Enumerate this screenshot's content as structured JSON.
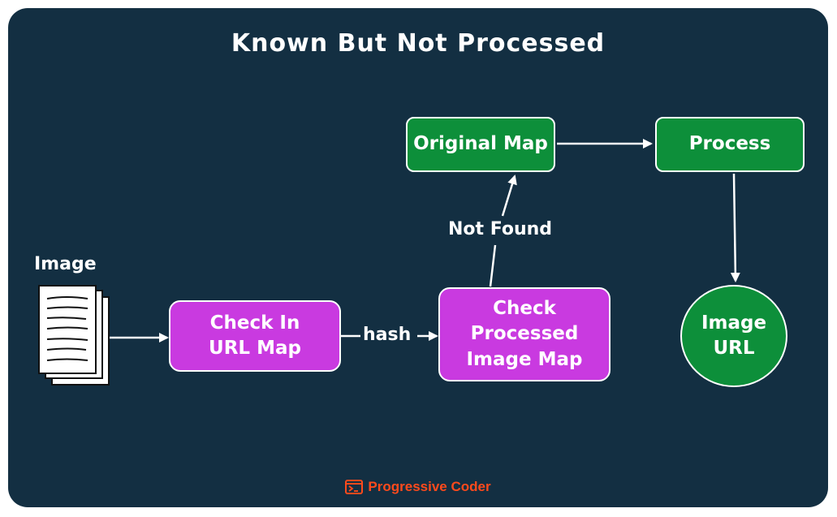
{
  "diagram": {
    "title": "Known But Not Processed",
    "image_label": "Image",
    "nodes": {
      "check_url": "Check In\nURL Map",
      "check_processed": "Check\nProcessed\nImage Map",
      "original_map": "Original Map",
      "process": "Process",
      "image_url": "Image\nURL"
    },
    "edges": {
      "hash": "hash",
      "not_found": "Not Found"
    }
  },
  "footer": {
    "brand": "Progressive Coder",
    "brand_color": "#ff4a1c",
    "icon": "terminal-window-icon"
  },
  "colors": {
    "background": "#132f42",
    "purple": "#c93ae0",
    "green": "#0d8f3a",
    "stroke": "#ffffff"
  }
}
